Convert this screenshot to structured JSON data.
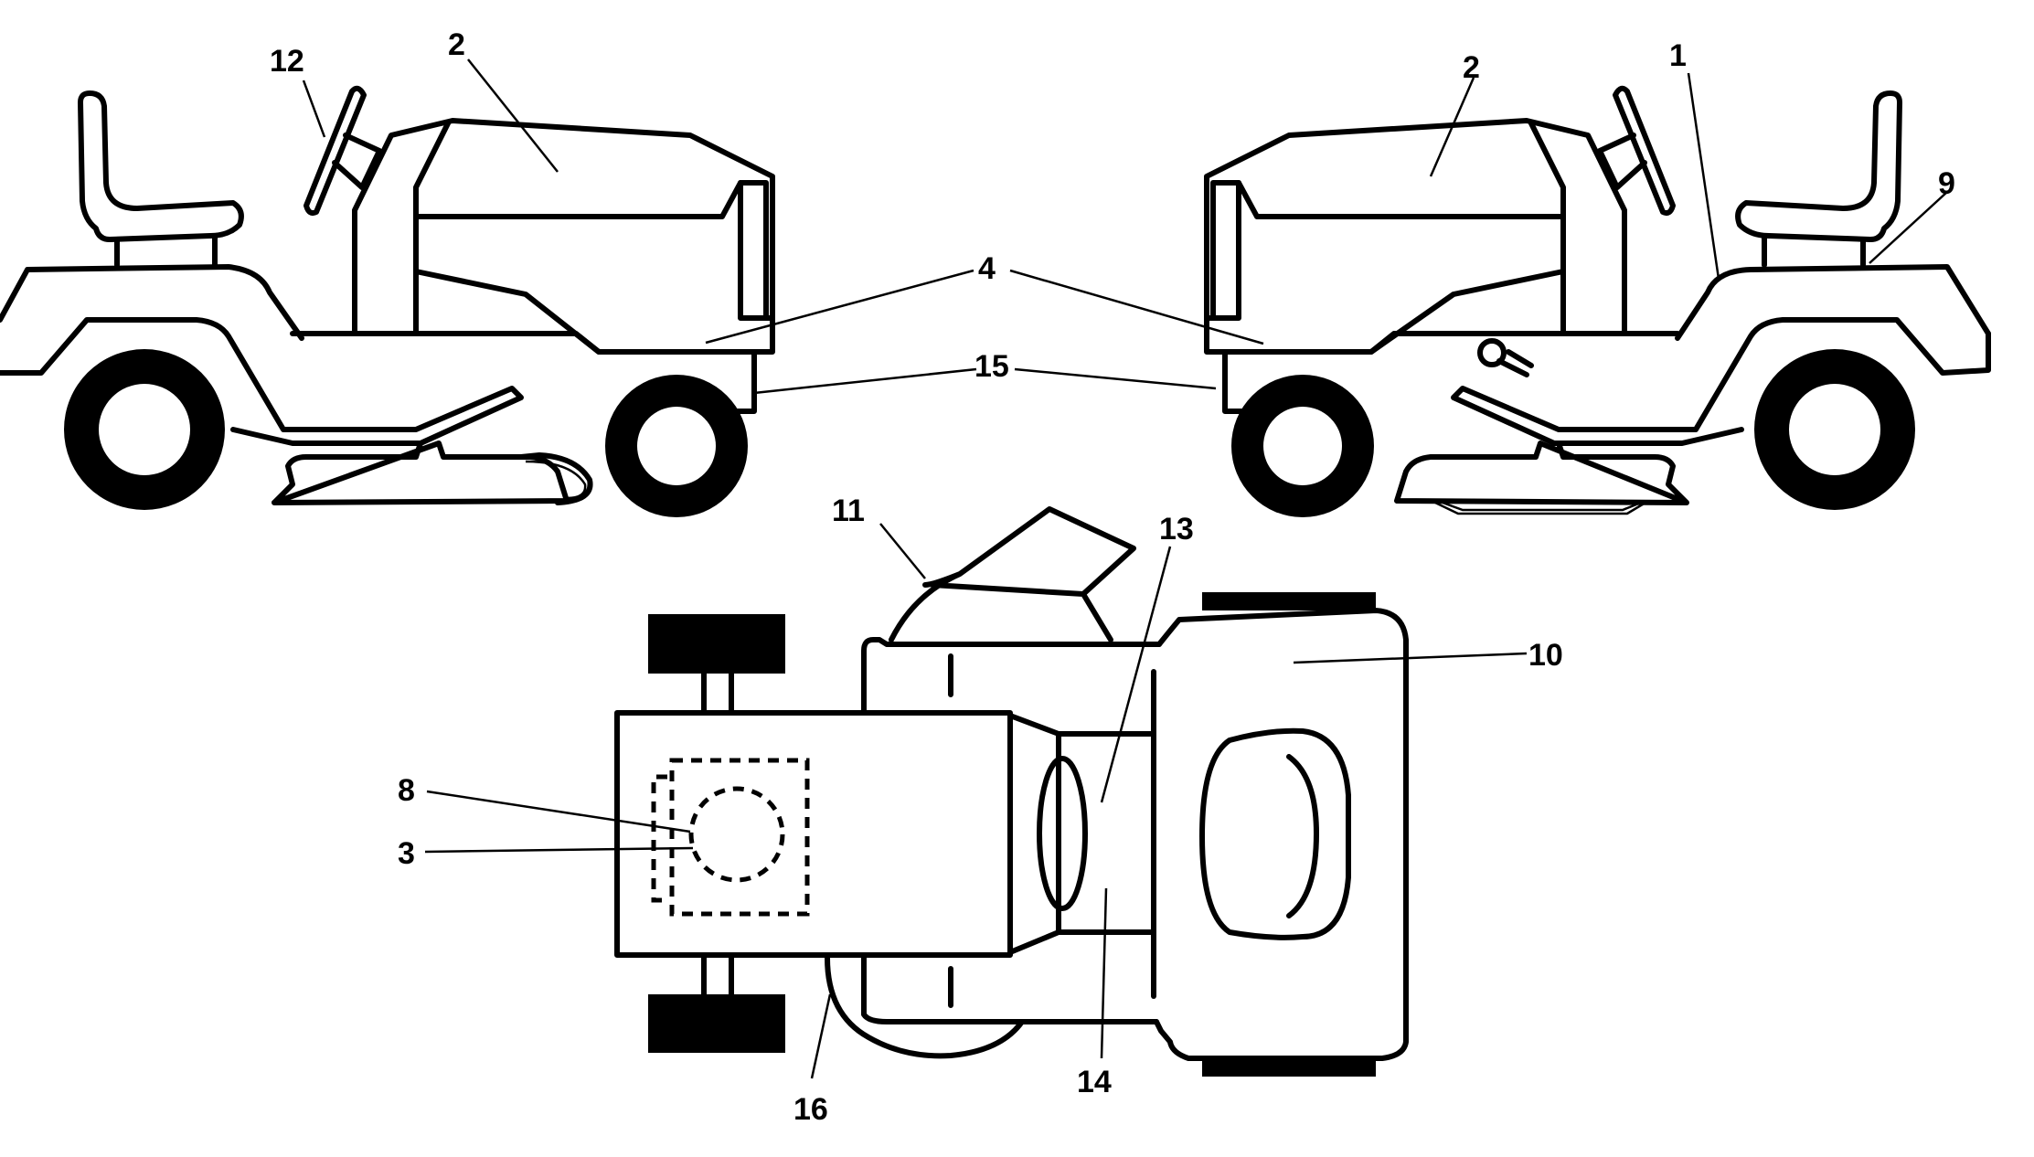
{
  "callouts": {
    "c1": "1",
    "c2a": "2",
    "c2b": "2",
    "c3": "3",
    "c4": "4",
    "c8": "8",
    "c9": "9",
    "c10": "10",
    "c11": "11",
    "c12": "12",
    "c13": "13",
    "c14": "14",
    "c15": "15",
    "c16": "16"
  }
}
